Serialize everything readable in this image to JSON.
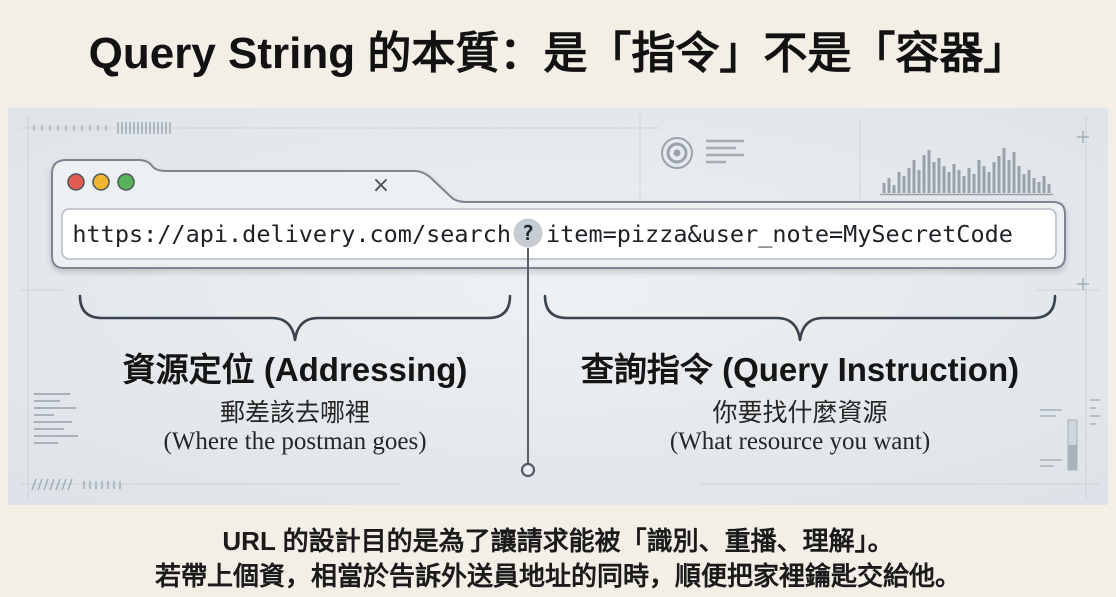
{
  "title": "Query String 的本質：是「指令」不是「容器」",
  "browser": {
    "tab_close_glyph": "×",
    "window_controls": {
      "close": "#e15b50",
      "minimize": "#f2b531",
      "maximize": "#58b45c"
    },
    "url": {
      "path": "https://api.delivery.com/search",
      "separator": "?",
      "query": "item=pizza&user_note=MySecretCode"
    }
  },
  "sections": [
    {
      "heading": "資源定位 (Addressing)",
      "subtitle": "郵差該去哪裡",
      "note": "(Where the postman goes)"
    },
    {
      "heading": "查詢指令 (Query Instruction)",
      "subtitle": "你要找什麼資源",
      "note": "(What resource you want)"
    }
  ],
  "footer": {
    "line1": "URL 的設計目的是為了讓請求能被「識別、重播、理解」。",
    "line2": "若帶上個資，相當於告訴外送員地址的同時，順便把家裡鑰匙交給他。"
  },
  "colors": {
    "separator_badge": "#c5ccd3",
    "connector": "#56616b",
    "brace": "#3a444e"
  },
  "icons": {
    "tab_close": "close-icon",
    "decoration_target": "target-icon",
    "decoration_chart": "bar-chart-icon"
  }
}
